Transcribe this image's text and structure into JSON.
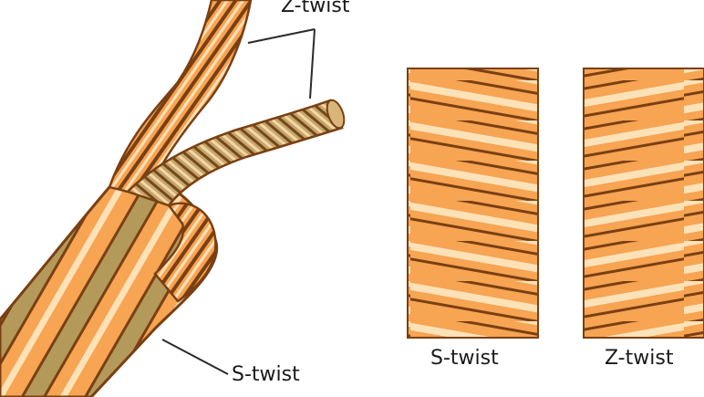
{
  "labels": {
    "top": "Z-twist",
    "left_rope": "S-twist",
    "sample_s": "S-twist",
    "sample_z": "Z-twist"
  },
  "colors": {
    "fiber_orange": "#f7a453",
    "fiber_light": "#fde2b8",
    "fiber_olive": "#b39a5a",
    "outline": "#7a3f12",
    "leader_line": "#2a2a2a"
  },
  "icons": {
    "rope": "twisted-rope-illustration",
    "strand": "twisted-strand-illustration"
  }
}
